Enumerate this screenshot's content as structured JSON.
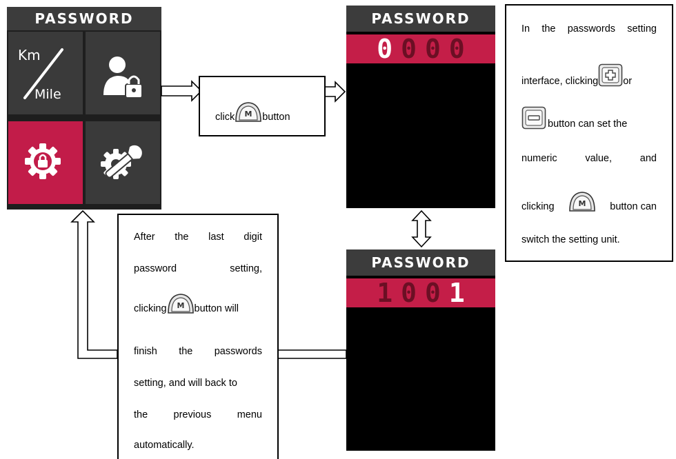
{
  "menu_screen": {
    "title": "PASSWORD",
    "tiles": [
      {
        "name": "km-mile-tile",
        "label_top": "Km",
        "label_bottom": "Mile",
        "highlighted": false
      },
      {
        "name": "user-lock-tile",
        "icon": "user-lock-icon",
        "highlighted": false
      },
      {
        "name": "gear-lock-tile",
        "icon": "gear-lock-icon",
        "highlighted": true
      },
      {
        "name": "gear-wrench-tile",
        "icon": "gear-wrench-icon",
        "highlighted": false
      }
    ]
  },
  "click_box": {
    "prefix": "click",
    "suffix": "button",
    "button_icon": "m-button-icon"
  },
  "password_screen_1": {
    "title": "PASSWORD",
    "digits": [
      "0",
      "0",
      "0",
      "0"
    ],
    "active_index": 0
  },
  "password_screen_2": {
    "title": "PASSWORD",
    "digits": [
      "1",
      "0",
      "0",
      "1"
    ],
    "active_index": 3
  },
  "info_box": {
    "l1a": "In",
    "l1b": "the",
    "l1c": "passwords",
    "l1d": "setting",
    "l2a": "interface, clicking",
    "l2b": "or",
    "l3a": "button can set the",
    "l4a": "numeric",
    "l4b": "value,",
    "l4c": "and",
    "l5a": "clicking",
    "l5b": "button can",
    "l6": "switch the setting unit.",
    "plus_icon": "plus-button-icon",
    "minus_icon": "minus-button-icon",
    "m_icon": "m-button-icon"
  },
  "finish_box": {
    "l1a": "After",
    "l1b": "the",
    "l1c": "last",
    "l1d": "digit",
    "l2a": "password",
    "l2b": "setting,",
    "l3a": "clicking",
    "l3b": "button will",
    "l4a": "finish",
    "l4b": "the",
    "l4c": "passwords",
    "l5": "setting, and will back to",
    "l6a": "the",
    "l6b": "previous",
    "l6c": "menu",
    "l7": "automatically.",
    "m_icon": "m-button-icon"
  },
  "colors": {
    "accent_red": "#c41e48",
    "tile_grey": "#3a3a3a",
    "title_grey": "#3c3c3c",
    "digit_dim": "#5a1020"
  }
}
